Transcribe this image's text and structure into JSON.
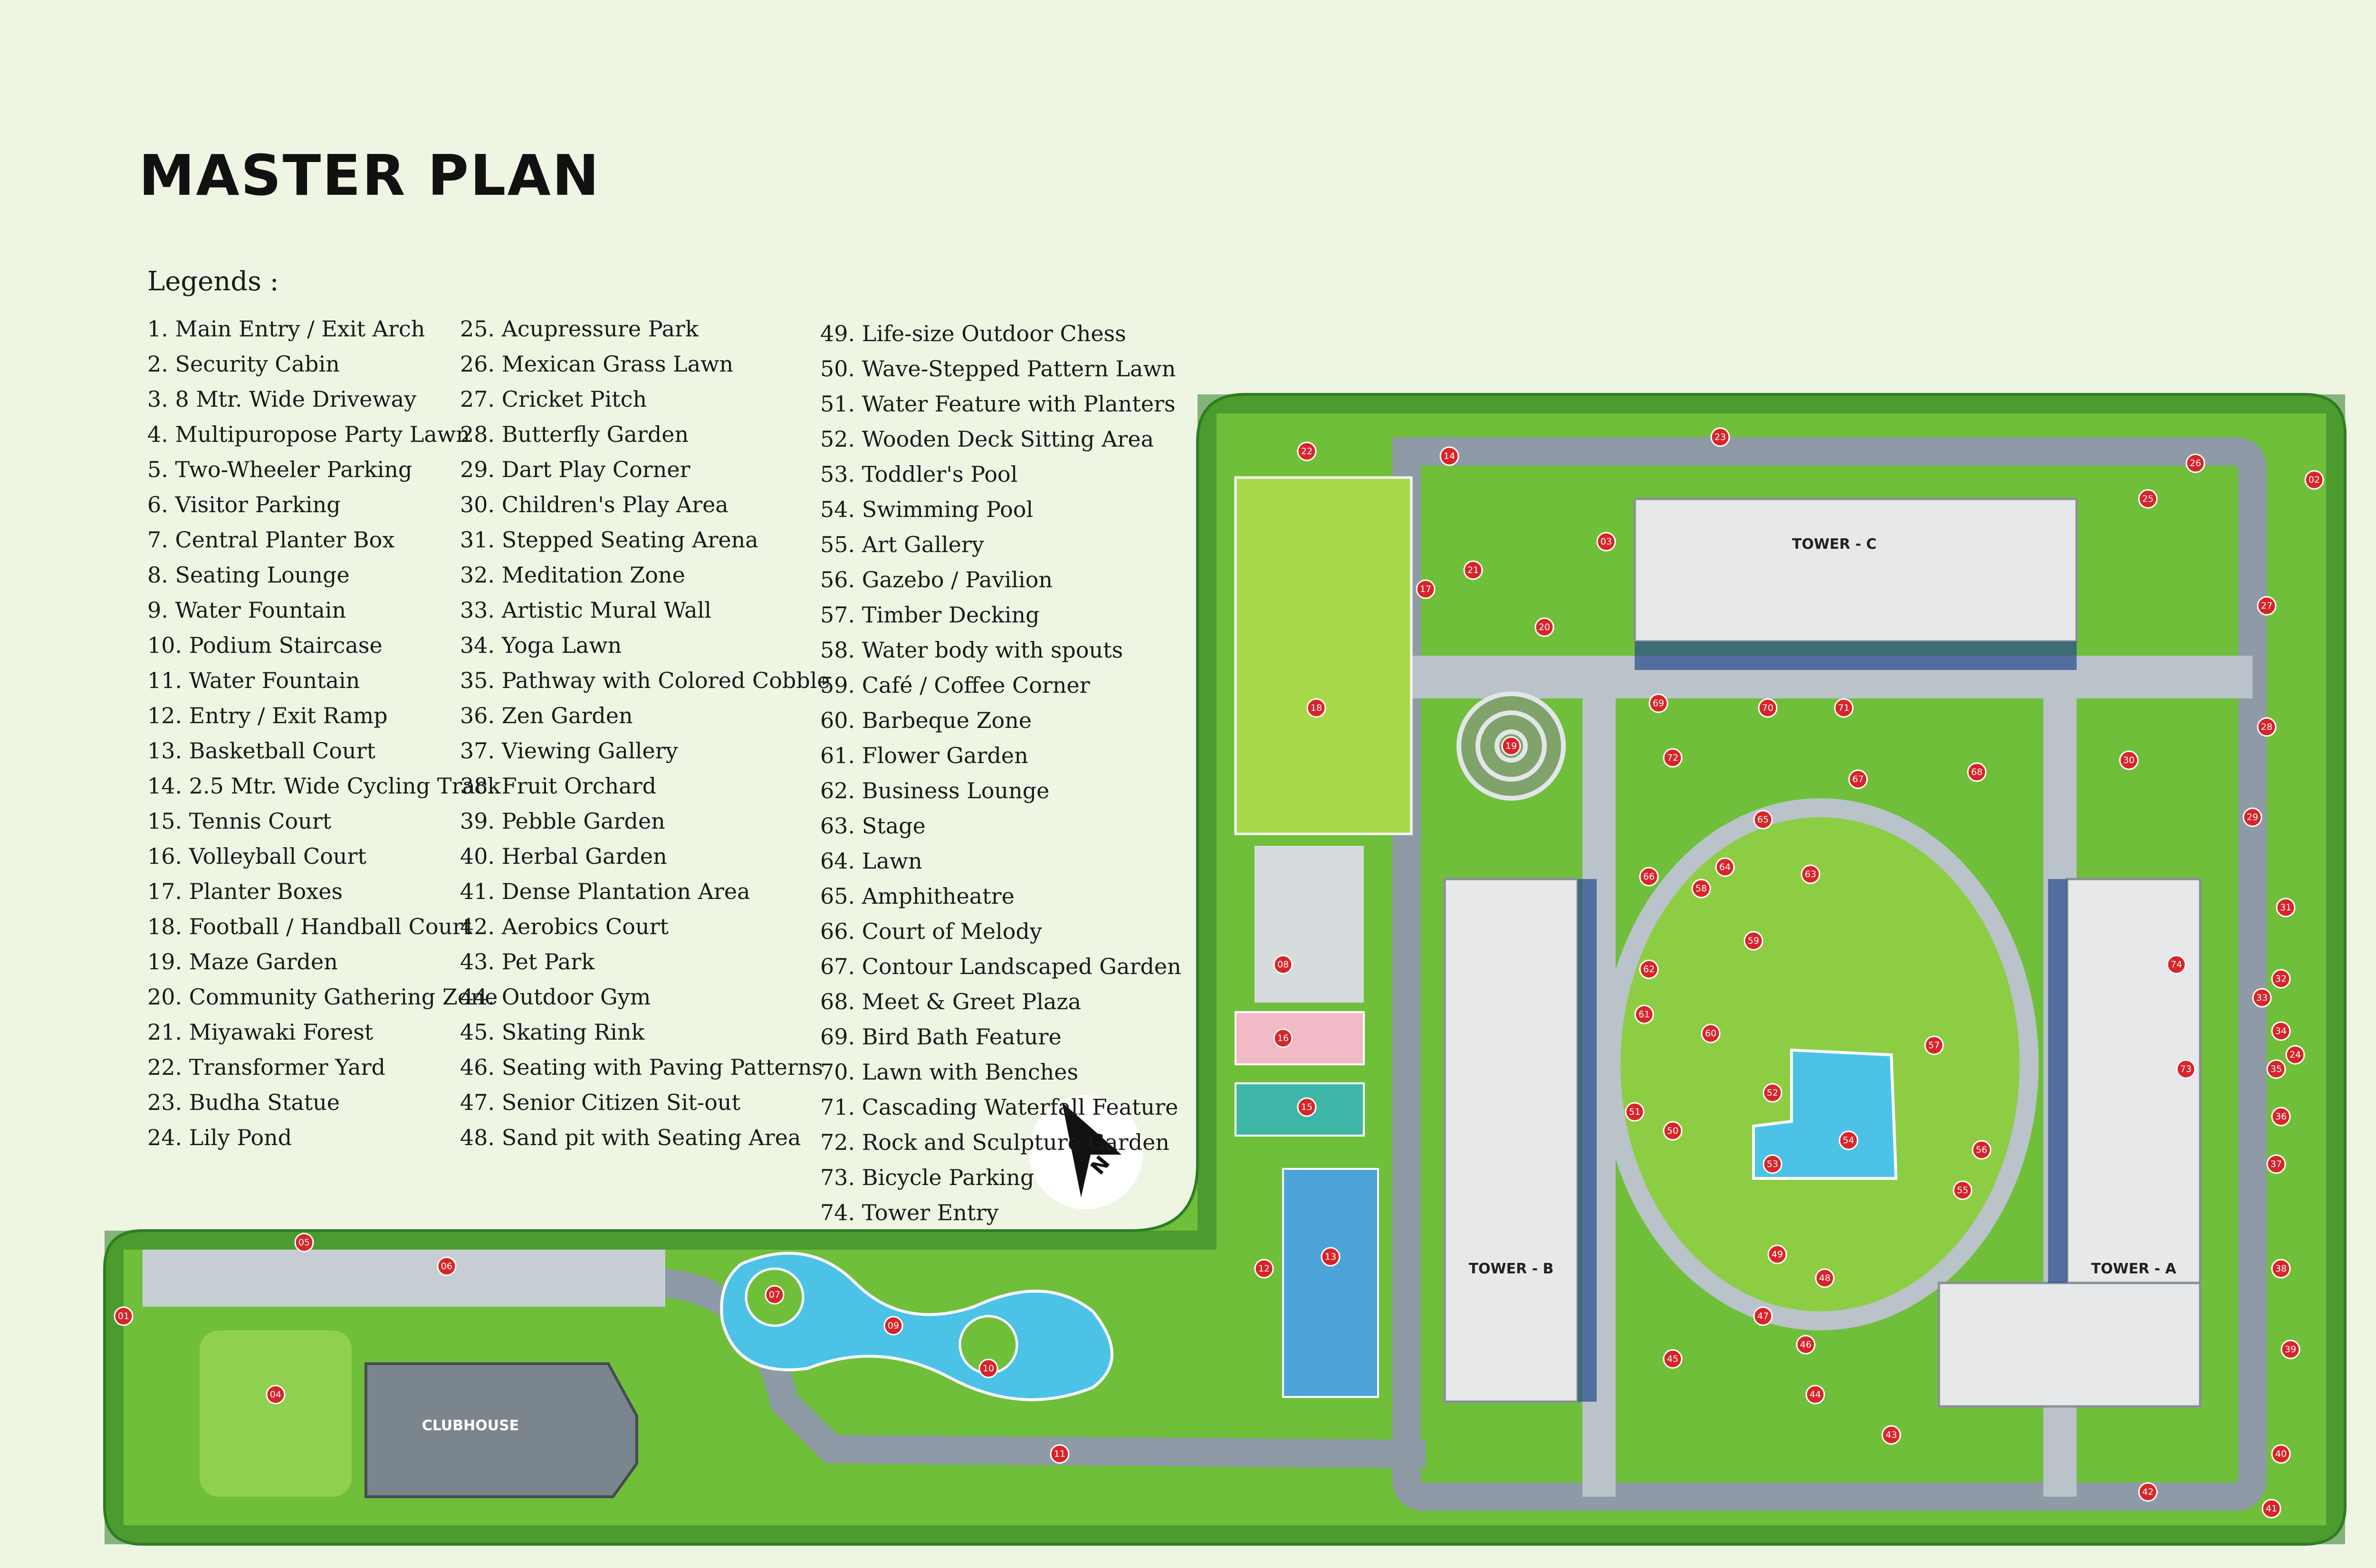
{
  "title": "MASTER PLAN",
  "legend_heading": "Legends :",
  "legend": {
    "col1": [
      "1. Main Entry / Exit Arch",
      "2. Security Cabin",
      "3. 8 Mtr. Wide Driveway",
      "4. Multipuropose Party Lawn",
      "5. Two-Wheeler Parking",
      "6. Visitor  Parking",
      "7. Central Planter Box",
      "8. Seating Lounge",
      "9. Water Fountain",
      "10. Podium Staircase",
      "11. Water Fountain",
      "12. Entry / Exit Ramp",
      "13. Basketball Court",
      "14. 2.5 Mtr. Wide Cycling Track",
      "15. Tennis Court",
      "16. Volleyball Court",
      "17. Planter Boxes",
      "18. Football / Handball Court",
      "19. Maze Garden",
      "20. Community Gathering Zone",
      "21. Miyawaki Forest",
      "22. Transformer Yard",
      "23. Budha Statue",
      "24. Lily Pond"
    ],
    "col2": [
      "25. Acupressure Park",
      "26. Mexican Grass Lawn",
      "27. Cricket Pitch",
      "28. Butterfly Garden",
      "29. Dart Play Corner",
      "30. Children's Play Area",
      "31. Stepped Seating Arena",
      "32. Meditation Zone",
      "33. Artistic Mural Wall",
      "34. Yoga Lawn",
      "35. Pathway with Colored Cobble",
      "36. Zen Garden",
      "37. Viewing Gallery",
      "38. Fruit Orchard",
      "39. Pebble Garden",
      "40. Herbal Garden",
      "41. Dense Plantation Area",
      "42. Aerobics Court",
      "43. Pet Park",
      "44. Outdoor Gym",
      "45. Skating Rink",
      "46. Seating with Paving Patterns",
      "47.  Senior Citizen Sit-out",
      "48.  Sand pit with Seating Area"
    ],
    "col3": [
      "49.  Life-size Outdoor Chess",
      "50.  Wave-Stepped Pattern Lawn",
      "51.  Water Feature with Planters",
      "52.  Wooden Deck Sitting Area",
      "53.  Toddler's Pool",
      "54.  Swimming Pool",
      "55.  Art Gallery",
      "56.  Gazebo / Pavilion",
      "57.  Timber Decking",
      "58.  Water body with spouts",
      "59.  Café / Coffee Corner",
      "60.  Barbeque Zone",
      "61.  Flower Garden",
      "62.  Business Lounge",
      "63.  Stage",
      "64.  Lawn",
      "65.  Amphitheatre",
      "66.  Court of Melody",
      "67.  Contour Landscaped Garden",
      "68.  Meet & Greet Plaza",
      "69.  Bird Bath Feature",
      "70.  Lawn with Benches",
      "71.  Cascading Waterfall Feature",
      "72.  Rock and Sculpture Garden",
      "73.  Bicycle Parking",
      "74. Tower Entry"
    ]
  },
  "buildings": {
    "tower_a": "TOWER - A",
    "tower_b": "TOWER - B",
    "tower_c": "TOWER - C",
    "clubhouse": "CLUBHOUSE"
  },
  "compass_letter": "N",
  "colors": {
    "background": "#eef5e3",
    "grass": "#6fbf3b",
    "dark_green": "#2f7d24",
    "paving": "#b9c3c9",
    "road": "#8e9aa6",
    "water": "#4cc3e6",
    "marker": "#d7252a"
  },
  "markers": [
    "01",
    "02",
    "03",
    "04",
    "05",
    "06",
    "07",
    "08",
    "09",
    "10",
    "11",
    "12",
    "13",
    "14",
    "15",
    "16",
    "17",
    "18",
    "19",
    "20",
    "21",
    "22",
    "23",
    "24",
    "25",
    "26",
    "27",
    "28",
    "29",
    "30",
    "31",
    "32",
    "33",
    "34",
    "35",
    "36",
    "37",
    "38",
    "39",
    "40",
    "41",
    "42",
    "43",
    "44",
    "45",
    "46",
    "47",
    "48",
    "49",
    "50",
    "51",
    "52",
    "53",
    "54",
    "55",
    "56",
    "57",
    "58",
    "59",
    "60",
    "61",
    "62",
    "63",
    "64",
    "65",
    "66",
    "67",
    "68",
    "69",
    "70",
    "71",
    "72",
    "73",
    "74"
  ]
}
